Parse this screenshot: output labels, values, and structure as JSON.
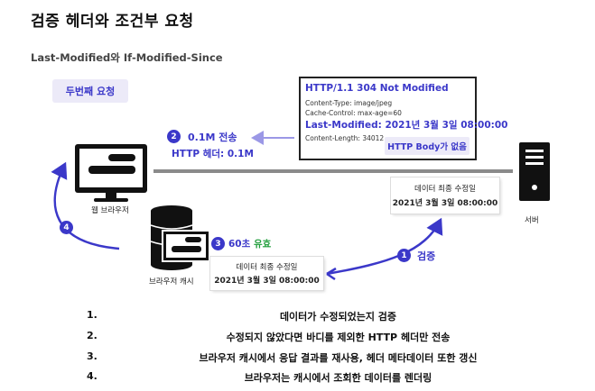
{
  "title": "검증 헤더와 조건부 요청",
  "subtitle": "Last-Modified와 If-Modified-Since",
  "request_label": "두번째 요청",
  "response": {
    "status": "HTTP/1.1 304 Not Modified",
    "content_type": "Content-Type: image/jpeg",
    "cache_control": "Cache-Control: max-age=60",
    "last_modified": "Last-Modified: 2021년 3월 3일 08:00:00",
    "content_length": "Content-Length: 34012",
    "body_label": "HTTP Body가 없음"
  },
  "steps": {
    "step1": {
      "number": "1",
      "text": "검증"
    },
    "step2": {
      "number": "2",
      "text": "0.1M 전송",
      "sub": "HTTP 헤더: 0.1M"
    },
    "step3": {
      "number": "3",
      "text": "60초",
      "valid": "유효"
    },
    "step4": {
      "number": "4"
    }
  },
  "web_browser_label": "웹 브라우저",
  "server_label": "서버",
  "cache_label": "브라우저 캐시",
  "server_data": {
    "title": "데이터 최종 수정일",
    "value": "2021년 3월 3일 08:00:00"
  },
  "cache_data": {
    "title": "데이터 최종 수정일",
    "value": "2021년 3월 3일 08:00:00"
  },
  "list": [
    {
      "num": "1.",
      "text": "데이터가 수정되었는지 검증"
    },
    {
      "num": "2.",
      "text": "수정되지 않았다면 바디를 제외한 HTTP 헤더만 전송"
    },
    {
      "num": "3.",
      "text": "브라우저 캐시에서 응답 결과를 재사용, 헤더 메타데이터 또한 갱신"
    },
    {
      "num": "4.",
      "text": "브라우저는 캐시에서 조회한 데이터를 렌더링"
    }
  ],
  "colors": {
    "accent": "#3b38c9",
    "valid": "#1f9d3a",
    "dark": "#111111"
  }
}
